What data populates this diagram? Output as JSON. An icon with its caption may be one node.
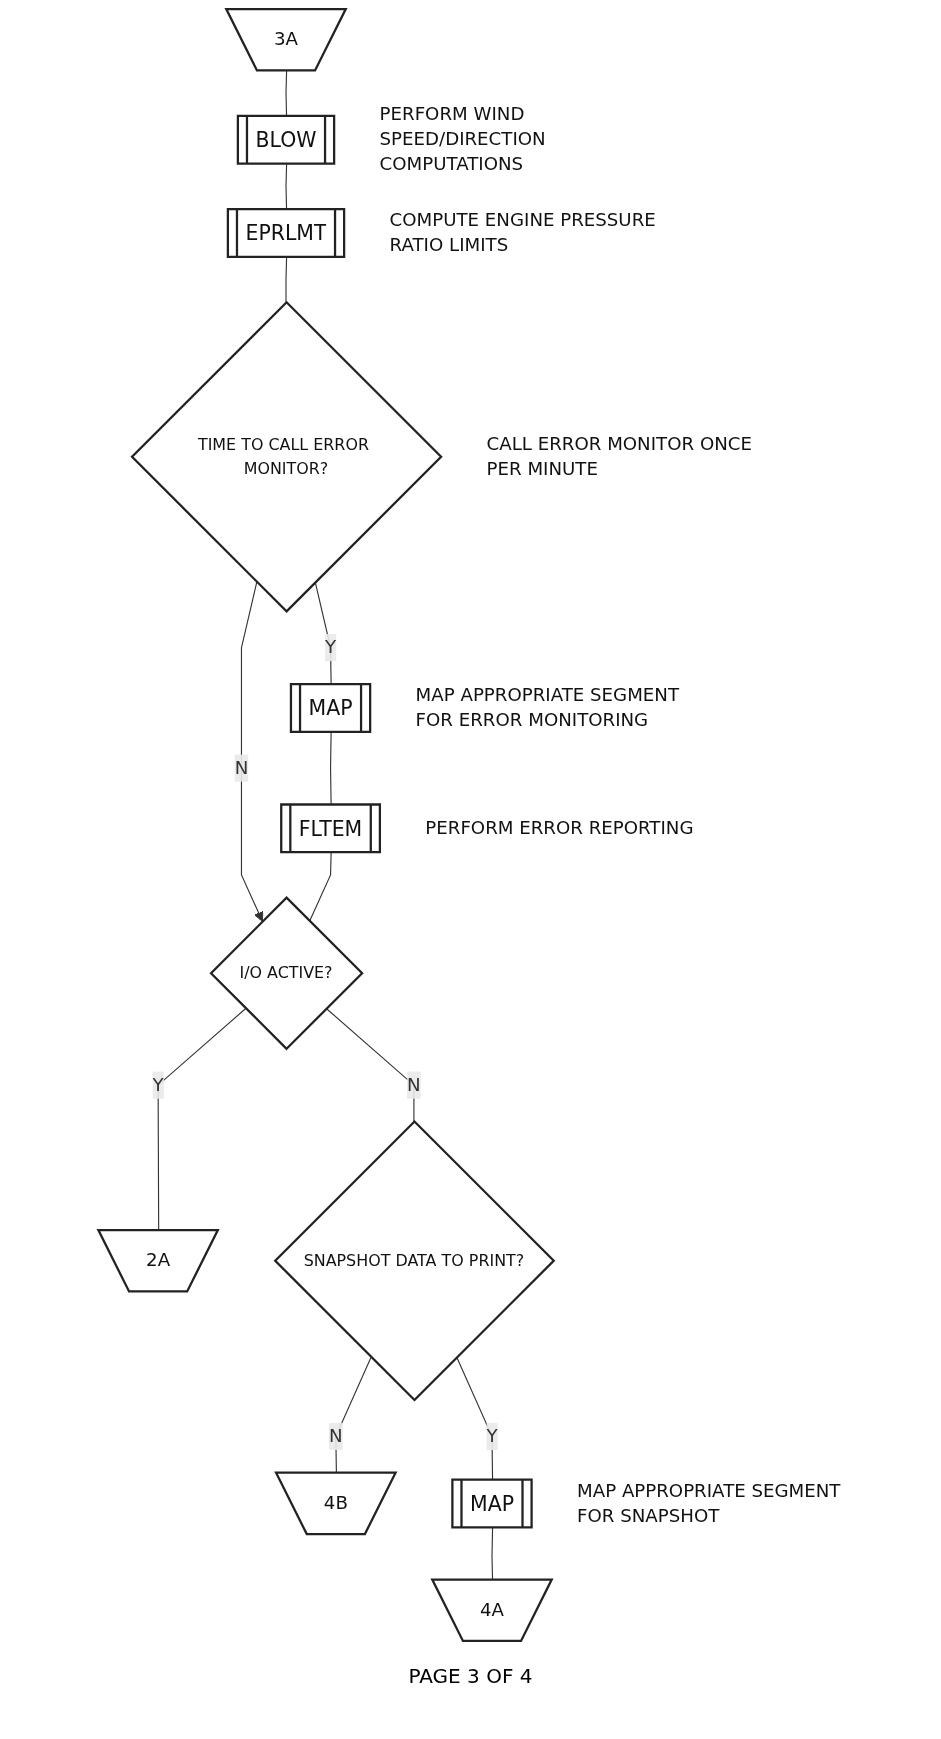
{
  "diagram": {
    "nodes": [
      {
        "text": [
          "3A"
        ]
      },
      {
        "text": [
          "BLOW"
        ],
        "beside": [
          "PERFORM WIND SPEED/DIRECTION COMPUTATIONS"
        ]
      },
      {
        "text": [
          "EPRLMT"
        ],
        "beside": [
          "COMPUTE ENGINE PRESSURE RATIO LIMITS"
        ]
      },
      {
        "text": [
          "TIME TO CALL ERROR MONITOR?"
        ],
        "beside": [
          "CALL ERROR MONITOR ONCE PER MINUTE"
        ]
      },
      {
        "text": [
          "MAP"
        ],
        "beside": [
          "MAP APPROPRIATE SEGMENT FOR ERROR MONITORING"
        ]
      },
      {
        "text": [
          "FLTEM"
        ],
        "beside": [
          "PERFORM ERROR REPORTING"
        ]
      },
      {
        "text": [
          "I/O ACTIVE?"
        ]
      },
      {
        "text": [
          "2A"
        ]
      },
      {
        "text": [
          "SNAPSHOT DATA TO PRINT?"
        ]
      },
      {
        "text": [
          "4B"
        ]
      },
      {
        "text": [
          "MAP"
        ],
        "beside": [
          "MAP APPROPRIATE SEGMENT FOR SNAPSHOT"
        ]
      },
      {
        "text": [
          "4A"
        ]
      }
    ],
    "edges": [
      {
        "from": 0,
        "to": 1,
        "arrow": "none"
      },
      {
        "from": 1,
        "to": 2,
        "arrow": "none"
      },
      {
        "from": 2,
        "to": 3,
        "arrow": "none"
      },
      {
        "from": 3,
        "to": 4,
        "arrow": "none",
        "label": "Y"
      },
      {
        "from": 3,
        "to": 6,
        "arrow": "to",
        "label": "N"
      },
      {
        "from": 4,
        "to": 5,
        "arrow": "none"
      },
      {
        "from": 5,
        "to": 6,
        "arrow": "none"
      },
      {
        "from": 6,
        "to": 7,
        "arrow": "none",
        "label": "Y"
      },
      {
        "from": 6,
        "to": 8,
        "arrow": "none",
        "label": "N"
      },
      {
        "from": 8,
        "to": 9,
        "arrow": "none",
        "label": "N"
      },
      {
        "from": 8,
        "to": 10,
        "arrow": "none",
        "label": "Y"
      },
      {
        "from": 10,
        "to": 11,
        "arrow": "none"
      }
    ],
    "labels": [
      "PAGE 3 OF 4"
    ]
  }
}
